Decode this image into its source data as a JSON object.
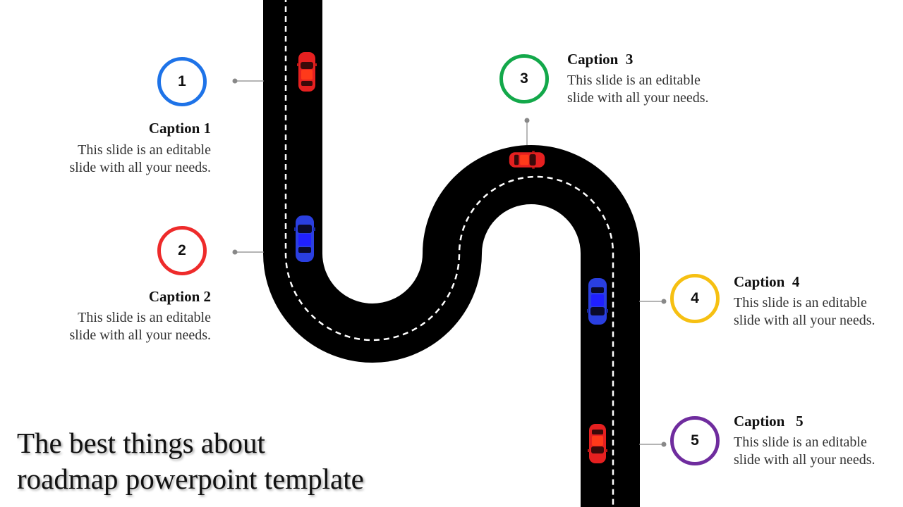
{
  "colors": {
    "road": "#000000",
    "lane": "#ffffff",
    "marker_1": "#1e73e8",
    "marker_2": "#ee2b2b",
    "marker_3": "#13a84a",
    "marker_4": "#f6c012",
    "marker_5": "#6f2c9e",
    "car_red": "#e52020",
    "car_blue": "#2a3fe0"
  },
  "steps": [
    {
      "number": "1",
      "title": "Caption 1",
      "line1": "This slide is an editable",
      "line2": "slide with all your needs."
    },
    {
      "number": "2",
      "title": "Caption 2",
      "line1": "This slide is an editable",
      "line2": "slide with all your needs."
    },
    {
      "number": "3",
      "title": "Caption  3",
      "line1": "This slide is an editable",
      "line2": "slide with all your needs."
    },
    {
      "number": "4",
      "title": "Caption  4",
      "line1": "This slide is an editable",
      "line2": "slide with all your needs."
    },
    {
      "number": "5",
      "title": "Caption   5",
      "line1": "This slide is an editable",
      "line2": "slide with all your needs."
    }
  ],
  "headline": {
    "line1": "The best things about",
    "line2": "roadmap powerpoint template"
  }
}
